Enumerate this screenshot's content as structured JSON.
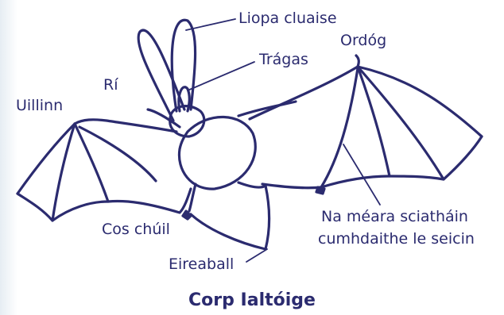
{
  "diagram": {
    "caption": "Corp Ialtóige",
    "labels": {
      "liopa_cluaise": "Liopa cluaise",
      "ordog": "Ordóg",
      "tragas": "Trágas",
      "ri": "Rí",
      "uillinn": "Uillinn",
      "na_meara_line1": "Na méara sciatháin",
      "na_meara_line2": "cumhdaithe le seicin",
      "cos_chuil": "Cos chúil",
      "eireaball": "Eireaball"
    }
  },
  "colors": {
    "ink": "#2b2b6f",
    "edge_tint": "#e6edf3"
  }
}
